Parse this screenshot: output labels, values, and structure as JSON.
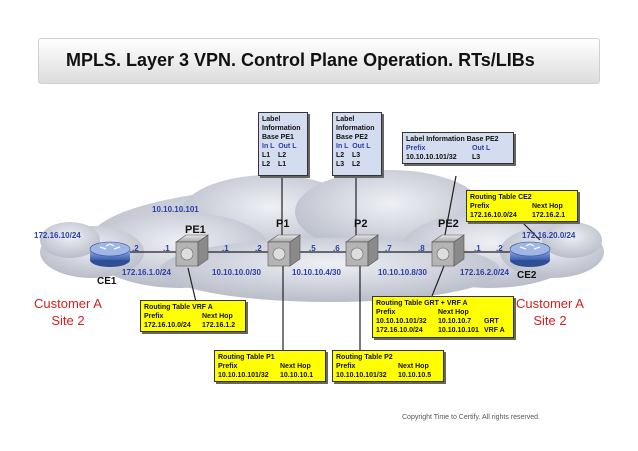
{
  "title": "MPLS. Layer 3 VPN. Control Plane Operation. RTs/LIBs",
  "nodes": {
    "pe1": "PE1",
    "p1": "P1",
    "p2": "P2",
    "pe2": "PE2",
    "ce1": "CE1",
    "ce2": "CE2"
  },
  "sites": {
    "left": {
      "line1": "Customer A",
      "line2": "Site 2"
    },
    "right": {
      "line1": "Customer A",
      "line2": "Site 2"
    }
  },
  "addresses": {
    "loopback_pe1": "10.10.10.101",
    "net_ce1": "172.16.10/24",
    "net_ce2": "172.16.20.0/24",
    "link_ce1_pe1": "172.16.1.0/24",
    "link_pe1_p1": "10.10.10.0/30",
    "link_p1_p2": "10.10.10.4/30",
    "link_p2_pe2": "10.10.10.8/30",
    "link_pe2_ce2": "172.16.2.0/24"
  },
  "interfaces": {
    "ce1_pe1": ".2",
    "pe1_ce1": ".1",
    "pe1_p1": ".1",
    "p1_pe1": ".2",
    "p1_p2": ".5",
    "p2_p1": ".6",
    "p2_pe2": ".7",
    "pe2_p2": ".8",
    "pe2_ce2": ".1",
    "ce2_pe2": ".2"
  },
  "lib_pe1": {
    "title1": "Label",
    "title2": "Information",
    "title3": "Base PE1",
    "header": "In L  Out L",
    "row1": "L1    L2",
    "row2": "L2    L1"
  },
  "lib_pe2": {
    "title1": "Label",
    "title2": "Information",
    "title3": "Base PE2",
    "header": "In L  Out L",
    "row1": "L2    L3",
    "row2": "L3    L2"
  },
  "lib_pe2b": {
    "title": "Label Information Base PE2",
    "col1": "Prefix",
    "col2": "Out L",
    "row_prefix": "10.10.10.101/32",
    "row_label": "L3"
  },
  "rt_ce2": {
    "title": "Routing Table CE2",
    "col1": "Prefix",
    "col2": "Next Hop",
    "r1c1": "172.16.10.0/24",
    "r1c2": "172.16.2.1"
  },
  "rt_vrf_a": {
    "title": "Routing Table VRF A",
    "col1": "Prefix",
    "col2": "Next Hop",
    "r1c1": "172.16.10.0/24",
    "r1c2": "172.16.1.2"
  },
  "rt_grt": {
    "title": "Routing Table GRT + VRF A",
    "col1": "Prefix",
    "col2": "Next Hop",
    "r1c1": "10.10.10.101/32",
    "r1c2": "10.10.10.7",
    "r1c3": "GRT",
    "r2c1": "172.16.10.0/24",
    "r2c2": "10.10.10.101",
    "r2c3": "VRF A"
  },
  "rt_p1": {
    "title": "Routing Table P1",
    "col1": "Prefix",
    "col2": "Next Hop",
    "r1c1": "10.10.10.101/32",
    "r1c2": "10.10.10.1"
  },
  "rt_p2": {
    "title": "Routing Table P2",
    "col1": "Prefix",
    "col2": "Next Hop",
    "r1c1": "10.10.10.101/32",
    "r1c2": "10.10.10.5"
  },
  "copyright": "Copyright Time to Certify. All rights reserved.",
  "colors": {
    "cloud": "#c8ccd6",
    "link": "#222222",
    "site_text": "#d42020",
    "table_yellow": "#ffff00",
    "lib_blue": "#d4dcef"
  }
}
